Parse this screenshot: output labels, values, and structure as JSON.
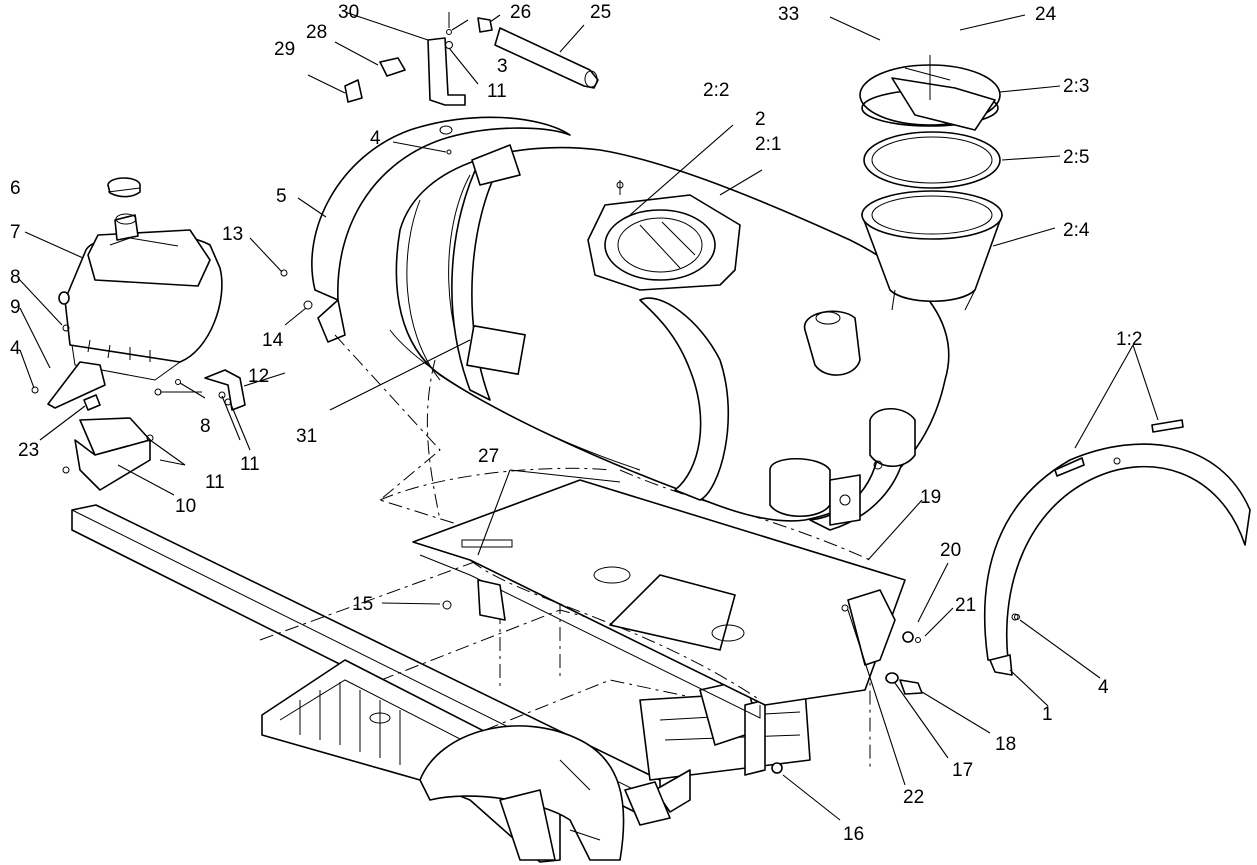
{
  "diagram": {
    "labels": {
      "l1": "1",
      "l1_2": "1:2",
      "l2": "2",
      "l2_1": "2:1",
      "l2_2": "2:2",
      "l2_3": "2:3",
      "l2_4": "2:4",
      "l2_5": "2:5",
      "l3": "3",
      "l4a": "4",
      "l4b": "4",
      "l4c": "4",
      "l5": "5",
      "l6": "6",
      "l7": "7",
      "l8a": "8",
      "l8b": "8",
      "l9": "9",
      "l10": "10",
      "l11a": "11",
      "l11b": "11",
      "l11c": "11",
      "l12": "12",
      "l13": "13",
      "l14": "14",
      "l15": "15",
      "l16": "16",
      "l17": "17",
      "l18": "18",
      "l19": "19",
      "l20": "20",
      "l21": "21",
      "l22": "22",
      "l23": "23",
      "l24": "24",
      "l25": "25",
      "l26": "26",
      "l27": "27",
      "l28": "28",
      "l29": "29",
      "l30": "30",
      "l31": "31",
      "l33": "33"
    }
  }
}
